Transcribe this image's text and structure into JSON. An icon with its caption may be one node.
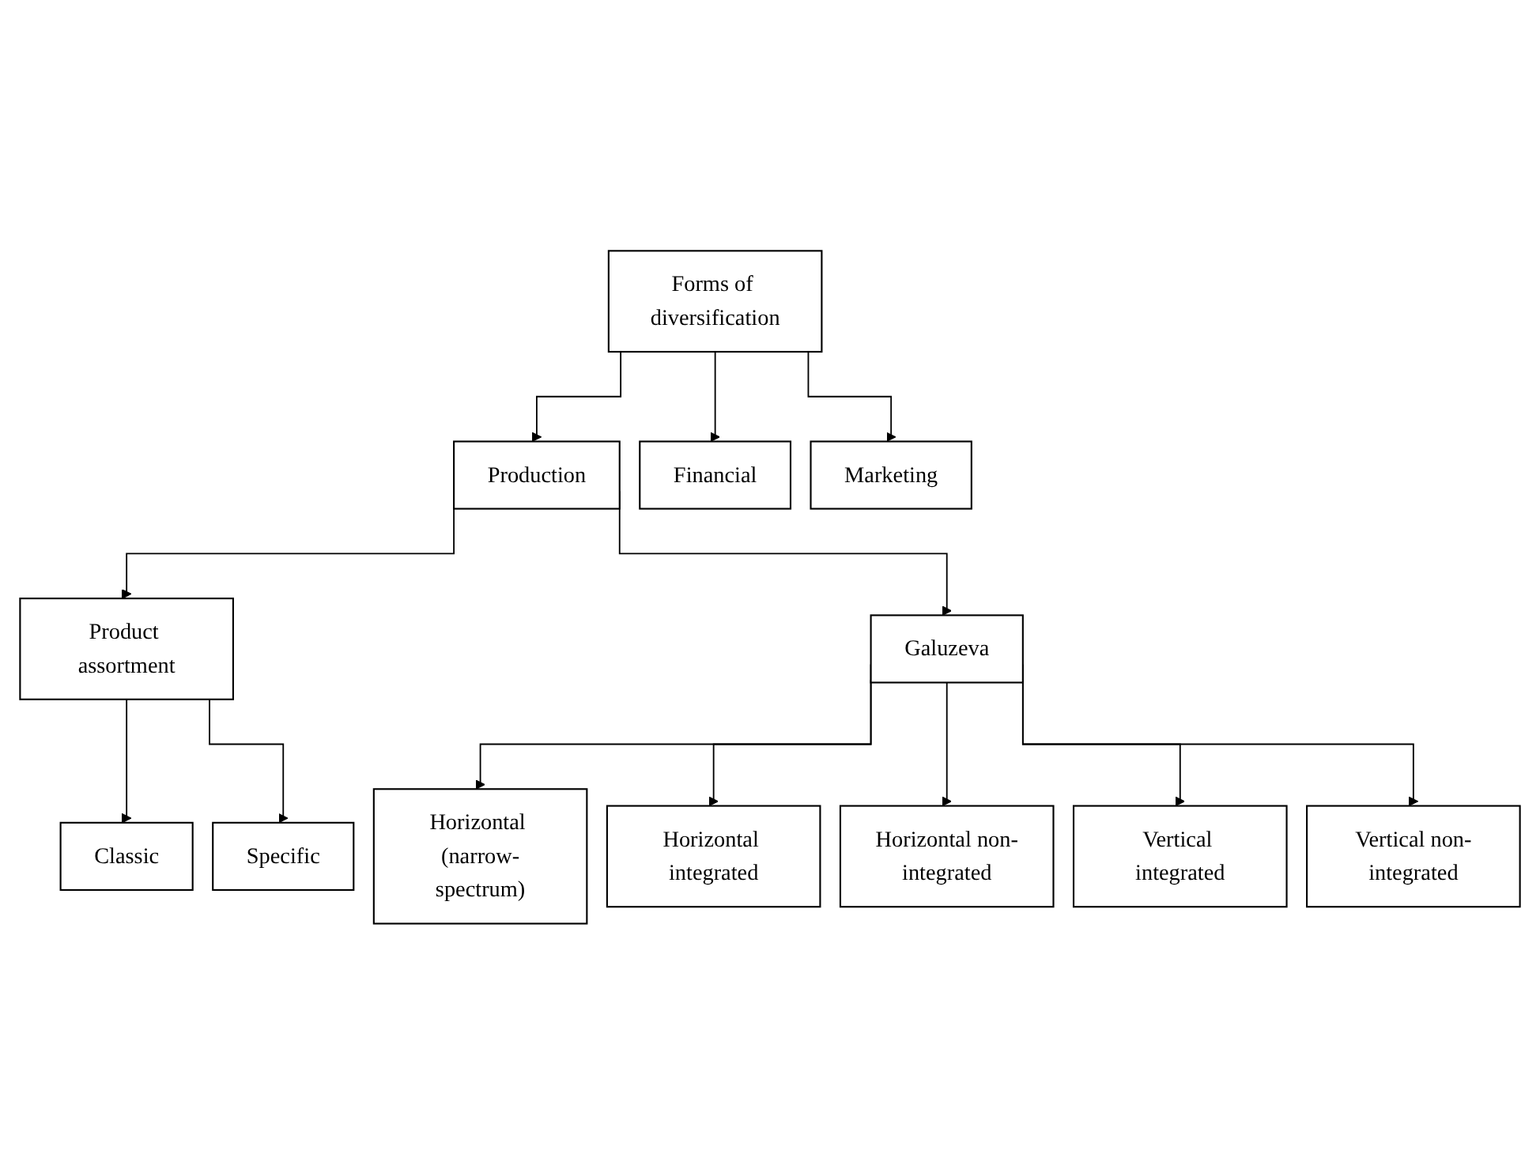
{
  "diagram": {
    "nodes": [
      {
        "text": [
          "Forms of diversification"
        ]
      },
      {
        "text": [
          "Production"
        ]
      },
      {
        "text": [
          "Financial"
        ]
      },
      {
        "text": [
          "Marketing"
        ]
      },
      {
        "text": [
          "Product assortment"
        ]
      },
      {
        "text": [
          "Galuzeva"
        ]
      },
      {
        "text": [
          "Classic"
        ]
      },
      {
        "text": [
          "Specific"
        ]
      },
      {
        "text": [
          "Horizontal (narrow-spectrum)"
        ]
      },
      {
        "text": [
          "Horizontal integrated"
        ]
      },
      {
        "text": [
          "Horizontal non-integrated"
        ]
      },
      {
        "text": [
          "Vertical integrated"
        ]
      },
      {
        "text": [
          "Vertical non-integrated"
        ]
      }
    ],
    "edges": [
      {
        "from": 0,
        "to": 1,
        "arrow": "to"
      },
      {
        "from": 0,
        "to": 2,
        "arrow": "to"
      },
      {
        "from": 0,
        "to": 3,
        "arrow": "to"
      },
      {
        "from": 1,
        "to": 4,
        "arrow": "to"
      },
      {
        "from": 1,
        "to": 5,
        "arrow": "to"
      },
      {
        "from": 4,
        "to": 6,
        "arrow": "to"
      },
      {
        "from": 4,
        "to": 7,
        "arrow": "to"
      },
      {
        "from": 5,
        "to": 8,
        "arrow": "to"
      },
      {
        "from": 5,
        "to": 9,
        "arrow": "to"
      },
      {
        "from": 5,
        "to": 10,
        "arrow": "to"
      },
      {
        "from": 5,
        "to": 11,
        "arrow": "to"
      },
      {
        "from": 5,
        "to": 12,
        "arrow": "to"
      }
    ]
  }
}
